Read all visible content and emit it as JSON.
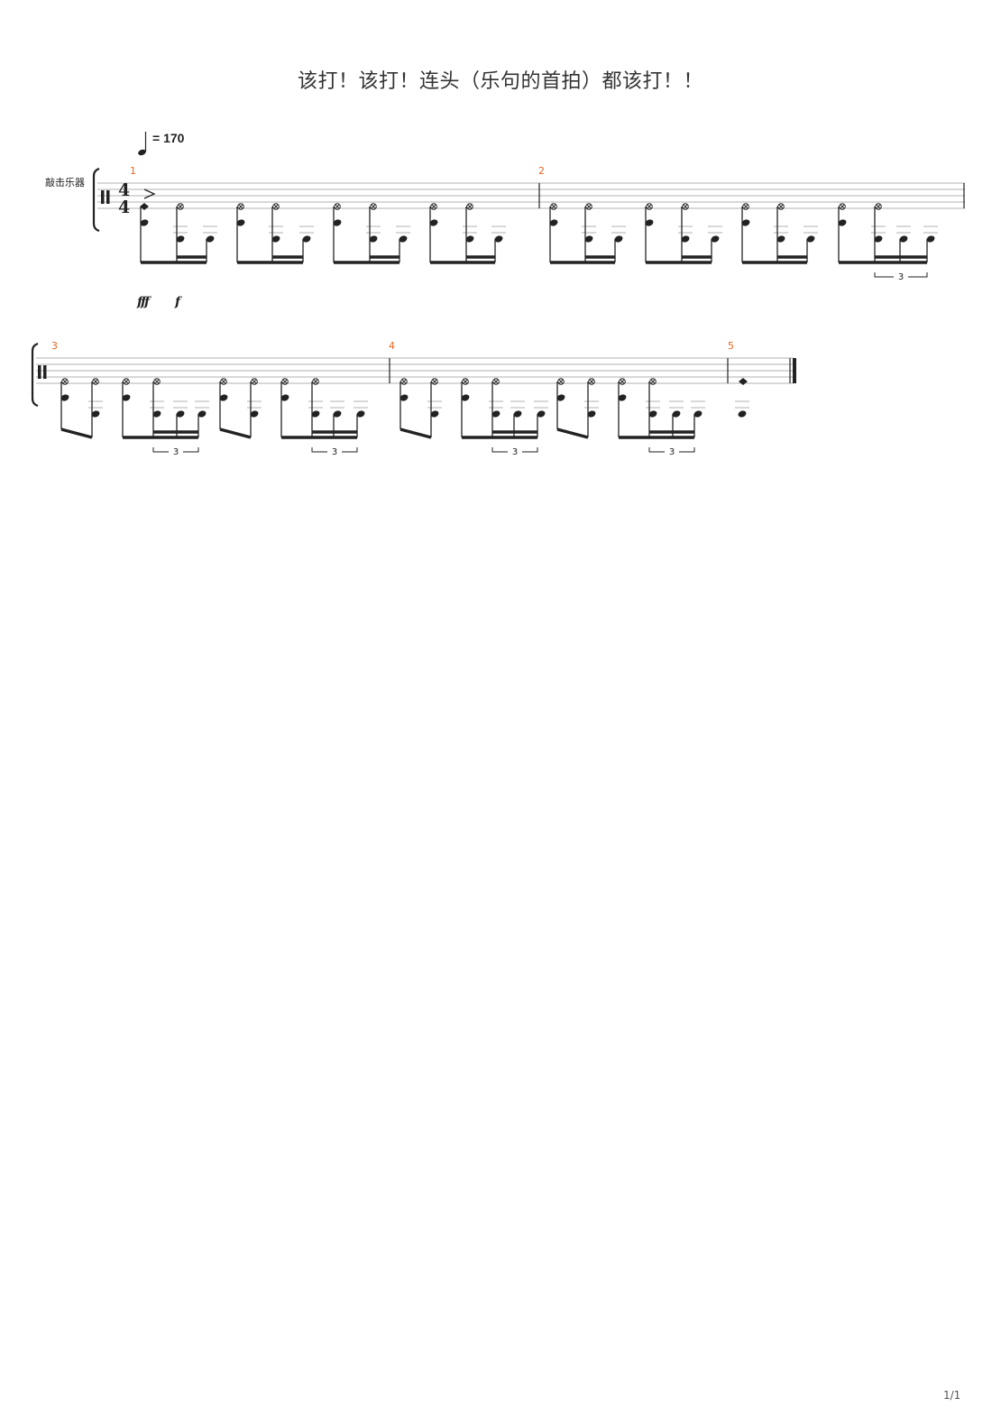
{
  "title": "该打！该打！连头（乐句的首拍）都该打！！",
  "tempo": {
    "bpm_label": "= 170",
    "note_icon": "quarter-note-icon"
  },
  "instrument": "敲击乐器",
  "time_signature": {
    "top": "4",
    "bottom": "4"
  },
  "measures": [
    "1",
    "2",
    "3",
    "4",
    "5"
  ],
  "dynamics": [
    "fff",
    "f"
  ],
  "tuplet_label": "3",
  "page_number": "1/1",
  "colors": {
    "measure_number": "#e8651e",
    "ink": "#222222",
    "staff_line": "#b0b0b0"
  }
}
